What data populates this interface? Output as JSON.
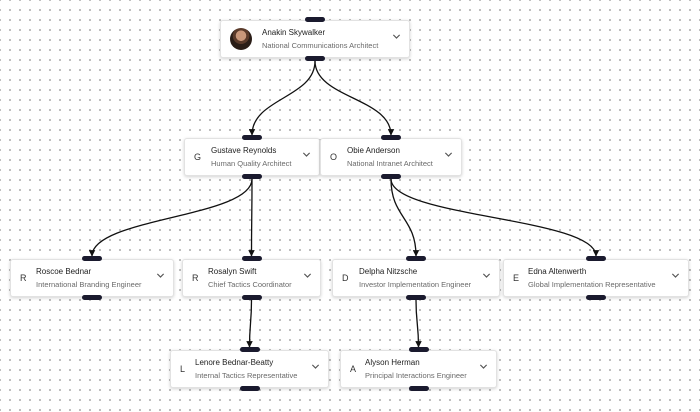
{
  "colors": {
    "edge": "#111111",
    "handle": "#1a1a2e",
    "card_border": "#e2e2e2"
  },
  "nodes": [
    {
      "id": "anakin",
      "initial": "",
      "name": "Anakin Skywalker",
      "role": "National Communications Architect",
      "has_avatar": true
    },
    {
      "id": "gustave",
      "initial": "G",
      "name": "Gustave Reynolds",
      "role": "Human Quality Architect",
      "has_avatar": false
    },
    {
      "id": "obie",
      "initial": "O",
      "name": "Obie Anderson",
      "role": "National Intranet Architect",
      "has_avatar": false
    },
    {
      "id": "roscoe",
      "initial": "R",
      "name": "Roscoe Bednar",
      "role": "International Branding Engineer",
      "has_avatar": false
    },
    {
      "id": "rosalyn",
      "initial": "R",
      "name": "Rosalyn Swift",
      "role": "Chief Tactics Coordinator",
      "has_avatar": false
    },
    {
      "id": "delpha",
      "initial": "D",
      "name": "Delpha Nitzsche",
      "role": "Investor Implementation Engineer",
      "has_avatar": false
    },
    {
      "id": "edna",
      "initial": "E",
      "name": "Edna Altenwerth",
      "role": "Global Implementation Representative",
      "has_avatar": false
    },
    {
      "id": "lenore",
      "initial": "L",
      "name": "Lenore Bednar-Beatty",
      "role": "Internal Tactics Representative",
      "has_avatar": false
    },
    {
      "id": "alyson",
      "initial": "A",
      "name": "Alyson Herman",
      "role": "Principal Interactions Engineer",
      "has_avatar": false
    }
  ],
  "edges": [
    {
      "from": "anakin",
      "to": "gustave"
    },
    {
      "from": "anakin",
      "to": "obie"
    },
    {
      "from": "gustave",
      "to": "roscoe"
    },
    {
      "from": "gustave",
      "to": "rosalyn"
    },
    {
      "from": "obie",
      "to": "delpha"
    },
    {
      "from": "obie",
      "to": "edna"
    },
    {
      "from": "rosalyn",
      "to": "lenore"
    },
    {
      "from": "delpha",
      "to": "alyson"
    }
  ],
  "icons": {
    "expand": "chevron-down-icon",
    "avatar": "avatar"
  }
}
